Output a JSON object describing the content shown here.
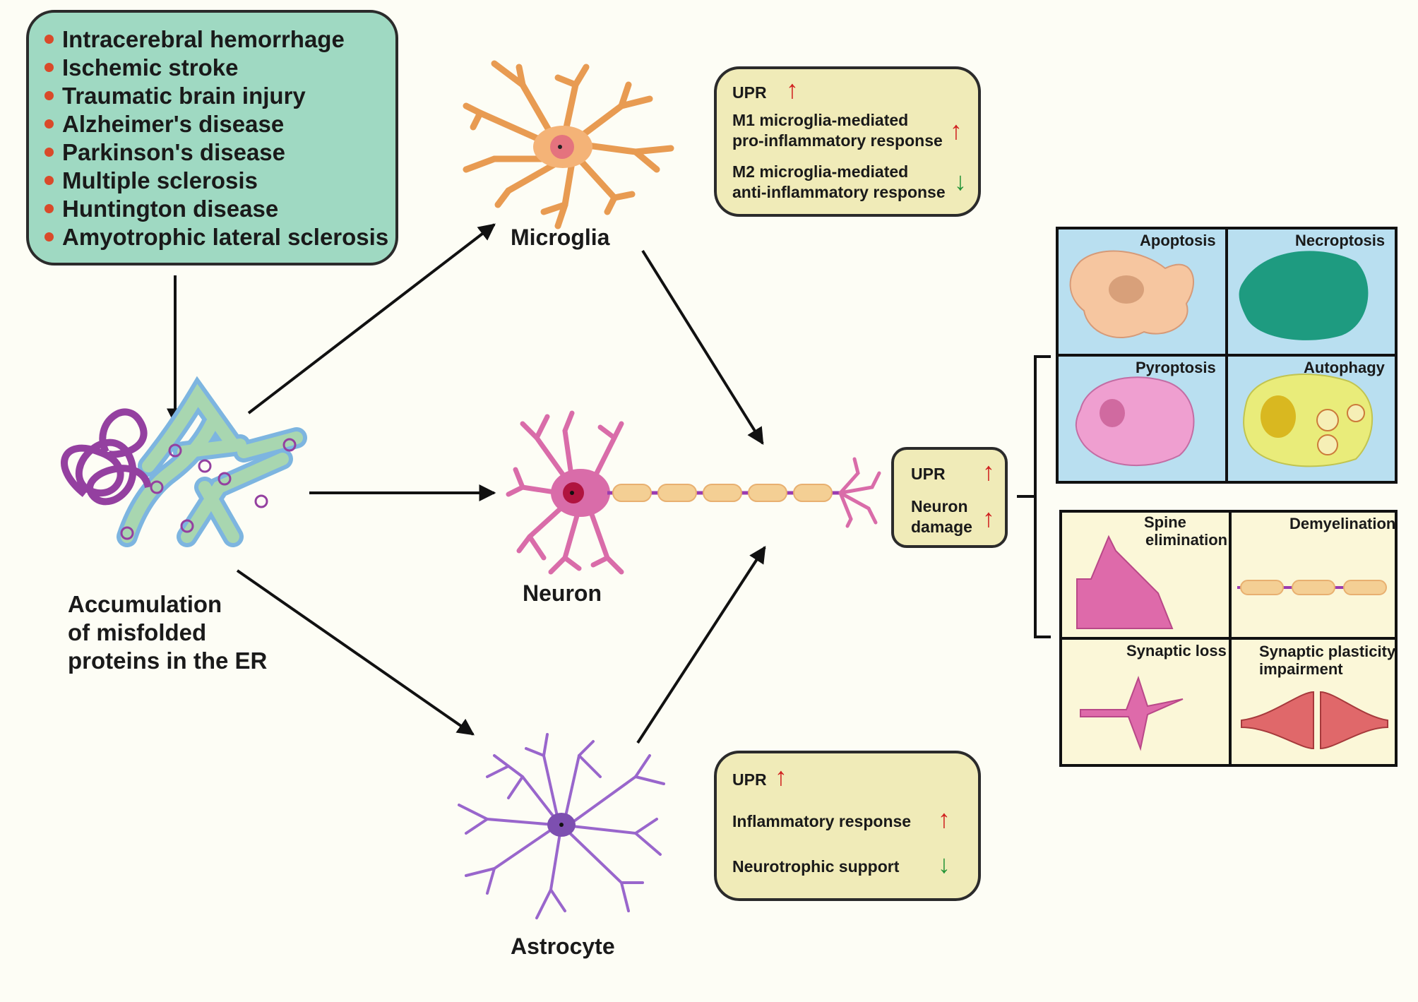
{
  "diseases": [
    "Intracerebral hemorrhage",
    "Ischemic stroke",
    "Traumatic brain injury",
    "Alzheimer's disease",
    "Parkinson's disease",
    "Multiple sclerosis",
    "Huntington disease",
    "Amyotrophic lateral sclerosis"
  ],
  "er_label": [
    "Accumulation",
    "of misfolded",
    "proteins in the ER"
  ],
  "cells": {
    "microglia": "Microglia",
    "neuron": "Neuron",
    "astrocyte": "Astrocyte"
  },
  "microglia_effects": {
    "upr": "UPR",
    "m1_line1": "M1 microglia-mediated",
    "m1_line2": "pro-inflammatory response",
    "m2_line1": "M2 microglia-mediated",
    "m2_line2": "anti-inflammatory response"
  },
  "astrocyte_effects": {
    "upr": "UPR",
    "inflammatory": "Inflammatory response",
    "neurotrophic": "Neurotrophic support"
  },
  "neuron_effects": {
    "upr": "UPR",
    "damage_line1": "Neuron",
    "damage_line2": "damage"
  },
  "arrows": {
    "up": "↑",
    "down": "↓"
  },
  "death_panels": [
    "Apoptosis",
    "Necroptosis",
    "Pyroptosis",
    "Autophagy"
  ],
  "synapse_panels": {
    "spine_line1": "Spine",
    "spine_line2": "elimination",
    "demyelination": "Demyelination",
    "synaptic_loss": "Synaptic loss",
    "plasticity_line1": "Synaptic plasticity",
    "plasticity_line2": "impairment"
  },
  "colors": {
    "up_arrow": "#d0201f",
    "down_arrow": "#249437",
    "disease_box": "#9fd9c2",
    "effect_box": "#f0ebb8",
    "death_panel": "#b9dff0",
    "synapse_panel": "#fbf7d8"
  }
}
